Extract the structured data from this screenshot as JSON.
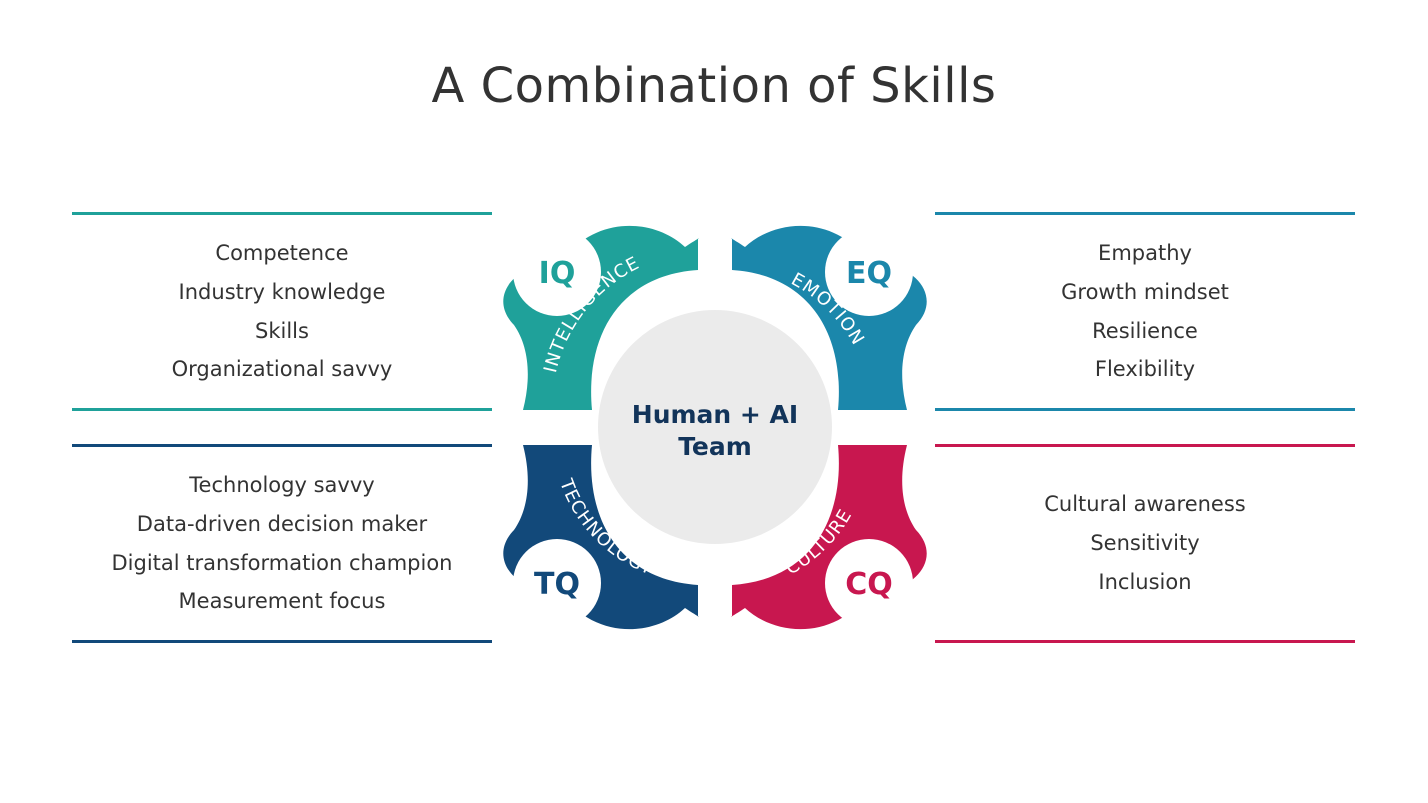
{
  "title": "A Combination of Skills",
  "colors": {
    "iq": "#1fa19a",
    "eq": "#1b87ab",
    "tq": "#12497a",
    "cq": "#c8174f",
    "center": "#ebebeb",
    "center_text": "#12345a"
  },
  "center": {
    "line1": "Human + AI",
    "line2": "Team"
  },
  "quadrants": {
    "iq": {
      "badge": "IQ",
      "label": "INTELLIGENCE",
      "items": [
        "Competence",
        "Industry knowledge",
        "Skills",
        "Organizational savvy"
      ]
    },
    "eq": {
      "badge": "EQ",
      "label": "EMOTION",
      "items": [
        "Empathy",
        "Growth mindset",
        "Resilience",
        "Flexibility"
      ]
    },
    "tq": {
      "badge": "TQ",
      "label": "TECHNOLOGY",
      "items": [
        "Technology savvy",
        "Data-driven decision maker",
        "Digital transformation champion",
        "Measurement focus"
      ]
    },
    "cq": {
      "badge": "CQ",
      "label": "CULTURE",
      "items": [
        "Cultural awareness",
        "Sensitivity",
        "Inclusion"
      ]
    }
  }
}
